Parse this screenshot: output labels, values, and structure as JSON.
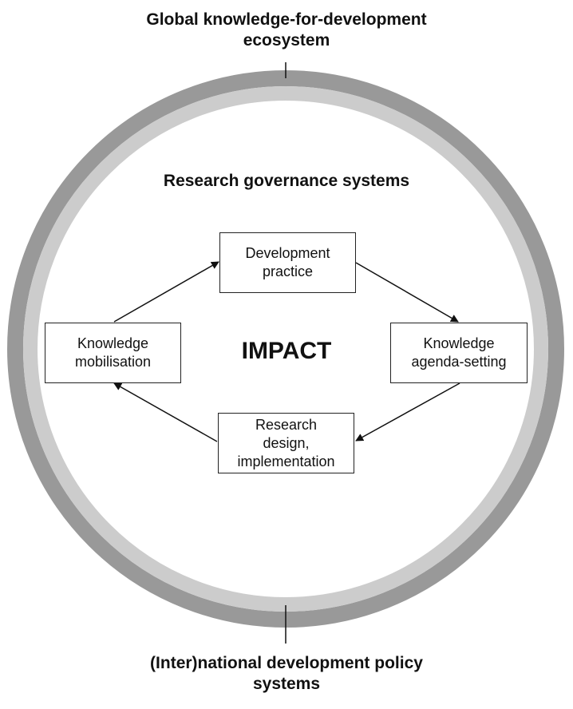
{
  "outer_label_top": [
    "Global knowledge-for-development",
    "ecosystem"
  ],
  "outer_label_bottom": [
    "(Inter)national development policy",
    "systems"
  ],
  "inner_title": "Research governance systems",
  "center_label": "IMPACT",
  "nodes": {
    "development_practice": [
      "Development",
      "practice"
    ],
    "knowledge_agenda": [
      "Knowledge",
      "agenda-setting"
    ],
    "research_design": [
      "Research",
      "design,",
      "implementation"
    ],
    "knowledge_mobilisation": [
      "Knowledge",
      "mobilisation"
    ]
  },
  "colors": {
    "outer_ring": "#999999",
    "inner_ring": "#cccccc",
    "line": "#111111"
  }
}
